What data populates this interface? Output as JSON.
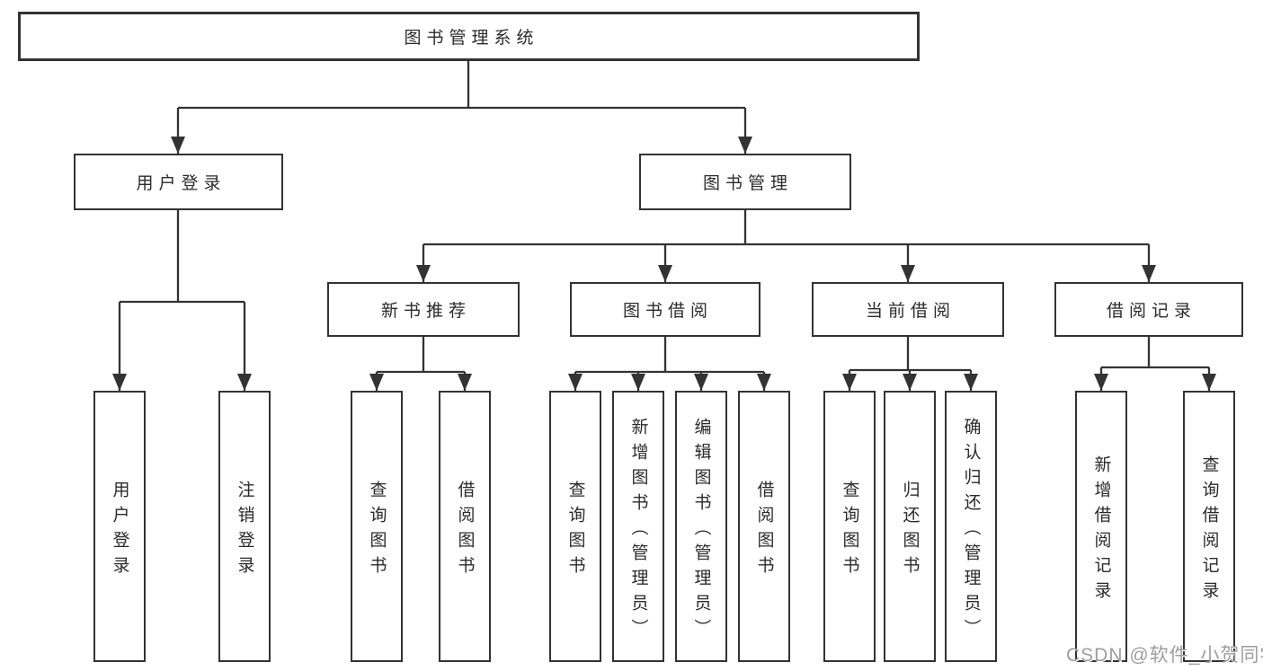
{
  "diagram": {
    "tree": {
      "label": "图书管理系统",
      "children": [
        {
          "label": "用户登录",
          "children": [
            {
              "label": "用户登录"
            },
            {
              "label": "注销登录"
            }
          ]
        },
        {
          "label": "图书管理",
          "children": [
            {
              "label": "新书推荐",
              "children": [
                {
                  "label": "查询图书"
                },
                {
                  "label": "借阅图书"
                }
              ]
            },
            {
              "label": "图书借阅",
              "children": [
                {
                  "label": "查询图书"
                },
                {
                  "label": "新增图书（管理员）"
                },
                {
                  "label": "编辑图书（管理员）"
                },
                {
                  "label": "借阅图书"
                }
              ]
            },
            {
              "label": "当前借阅",
              "children": [
                {
                  "label": "查询图书"
                },
                {
                  "label": "归还图书"
                },
                {
                  "label": "确认归还（管理员）"
                }
              ]
            },
            {
              "label": "借阅记录",
              "children": [
                {
                  "label": "新增借阅记录"
                },
                {
                  "label": "查询借阅记录"
                }
              ]
            }
          ]
        }
      ]
    },
    "colors": {
      "line": "#333333",
      "box_border": "#333333",
      "text": "#2b2b2b",
      "background": "#ffffff",
      "watermark": "#9e9e9e"
    }
  },
  "watermark": {
    "text": "CSDN @软件_小贺同学"
  }
}
